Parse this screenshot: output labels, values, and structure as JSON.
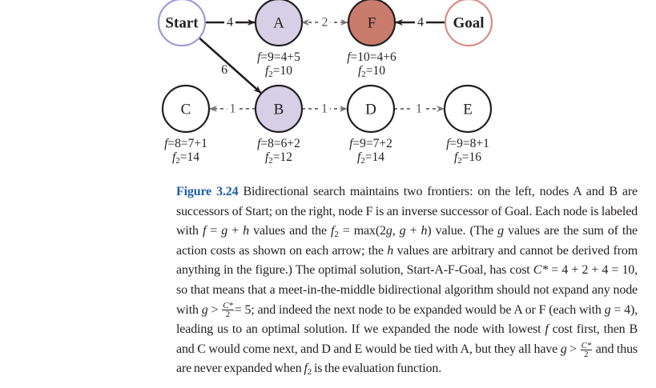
{
  "diagram": {
    "nodes": [
      {
        "id": "Start",
        "label": "Start",
        "bold": true,
        "fill": "#ffffff",
        "stroke": "#9d9bd6",
        "f": "",
        "f2": ""
      },
      {
        "id": "A",
        "label": "A",
        "bold": false,
        "fill": "#d6cfe6",
        "stroke": "#231f20",
        "f": "=9=4+5",
        "f2": "=10"
      },
      {
        "id": "F",
        "label": "F",
        "bold": false,
        "fill": "#c97b6c",
        "stroke": "#231f20",
        "f": "=10=4+6",
        "f2": "=10"
      },
      {
        "id": "Goal",
        "label": "Goal",
        "bold": true,
        "fill": "#ffffff",
        "stroke": "#d88d84",
        "f": "",
        "f2": ""
      },
      {
        "id": "C",
        "label": "C",
        "bold": false,
        "fill": "#ffffff",
        "stroke": "#231f20",
        "f": "=8=7+1",
        "f2": "=14"
      },
      {
        "id": "B",
        "label": "B",
        "bold": false,
        "fill": "#d6cfe6",
        "stroke": "#231f20",
        "f": "=8=6+2",
        "f2": "=12"
      },
      {
        "id": "D",
        "label": "D",
        "bold": false,
        "fill": "#ffffff",
        "stroke": "#231f20",
        "f": "=9=7+2",
        "f2": "=14"
      },
      {
        "id": "E",
        "label": "E",
        "bold": false,
        "fill": "#ffffff",
        "stroke": "#231f20",
        "f": "=9=8+1",
        "f2": "=16"
      }
    ],
    "edges": [
      {
        "from": "Start",
        "to": "A",
        "cost": "4",
        "style": "solid"
      },
      {
        "from": "Goal",
        "to": "F",
        "cost": "4",
        "style": "solid"
      },
      {
        "from": "A",
        "to": "F",
        "cost": "2",
        "style": "dashed-both"
      },
      {
        "from": "Start",
        "to": "B",
        "cost": "6",
        "style": "solid"
      },
      {
        "from": "B",
        "to": "C",
        "cost": "1",
        "style": "dashed"
      },
      {
        "from": "B",
        "to": "D",
        "cost": "1",
        "style": "dashed"
      },
      {
        "from": "D",
        "to": "E",
        "cost": "1",
        "style": "dashed"
      }
    ]
  },
  "caption": {
    "lines": [
      [
        {
          "t": "Figure 3.24",
          "c": "fig"
        },
        {
          "t": " Bidirectional search maintains two frontiers: on the left, nodes A and B are"
        }
      ],
      [
        {
          "t": "successors of Start; on the right, node F is an inverse successor of Goal. Each node is labeled"
        }
      ],
      [
        {
          "t": "with "
        },
        {
          "t": "f",
          "c": "it"
        },
        {
          "t": " = "
        },
        {
          "t": "g",
          "c": "it"
        },
        {
          "t": " + "
        },
        {
          "t": "h",
          "c": "it"
        },
        {
          "t": " values and the "
        },
        {
          "t": "f",
          "c": "it"
        },
        {
          "t": "2",
          "c": "sub"
        },
        {
          "t": " = max(2"
        },
        {
          "t": "g",
          "c": "it"
        },
        {
          "t": ", "
        },
        {
          "t": "g",
          "c": "it"
        },
        {
          "t": " + "
        },
        {
          "t": "h",
          "c": "it"
        },
        {
          "t": ") value. (The "
        },
        {
          "t": "g",
          "c": "it"
        },
        {
          "t": " values are the sum of the"
        }
      ],
      [
        {
          "t": "action costs as shown on each arrow; the "
        },
        {
          "t": "h",
          "c": "it"
        },
        {
          "t": " values are arbitrary and cannot be derived from"
        }
      ],
      [
        {
          "t": "anything in the figure.) The optimal solution, Start-A-F-Goal, has cost "
        },
        {
          "t": "C*",
          "c": "it"
        },
        {
          "t": " = 4 + 2 + 4 = 10,"
        }
      ],
      [
        {
          "t": "so that means that a meet-in-the-middle bidirectional algorithm should not expand any node"
        }
      ],
      [
        {
          "t": "with "
        },
        {
          "t": "g",
          "c": "it"
        },
        {
          "t": " > "
        },
        {
          "t": "C*",
          "c": "frac",
          "d": "2"
        },
        {
          "t": "= 5; and indeed the next node to be expanded would be A or F (each with "
        },
        {
          "t": "g",
          "c": "it"
        },
        {
          "t": " = 4),"
        }
      ],
      [
        {
          "t": "leading us to an optimal solution. If we expanded the node with lowest "
        },
        {
          "t": "f",
          "c": "it"
        },
        {
          "t": " cost first, then B"
        }
      ],
      [
        {
          "t": "and C would come next, and D and E would be tied with A, but they all have "
        },
        {
          "t": "g",
          "c": "it"
        },
        {
          "t": " > "
        },
        {
          "t": "C*",
          "c": "frac",
          "d": "2"
        },
        {
          "t": " and thus"
        }
      ],
      [
        {
          "t": "are never expanded when "
        },
        {
          "t": "f",
          "c": "it"
        },
        {
          "t": "2",
          "c": "sub"
        },
        {
          "t": " is the evaluation function."
        }
      ]
    ]
  }
}
